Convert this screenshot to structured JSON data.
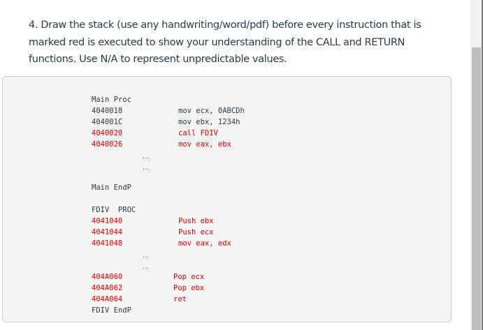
{
  "question": {
    "lines": [
      "4. Draw the stack (use any handwriting/word/pdf) before every instruction that is",
      "marked red is executed to show your understanding of the CALL and RETURN",
      "functions.   Use N/A to represent unpredictable values."
    ]
  },
  "code": {
    "main_proc_header": "Main Proc",
    "main_rows": [
      {
        "address": "4040018",
        "instruction": "mov ecx, 0ABCDh",
        "highlighted": false
      },
      {
        "address": "404001C",
        "instruction": "mov ebx, 1234h",
        "highlighted": false
      },
      {
        "address": "4040020",
        "instruction": "call FDIV",
        "highlighted": true
      },
      {
        "address": "4040026",
        "instruction": "mov eax, ebx",
        "highlighted": true
      }
    ],
    "ellipsis": "…",
    "main_endp": "Main EndP",
    "fdiv_proc_header": "FDIV  PROC",
    "fdiv_rows_top": [
      {
        "address": "4041040",
        "instruction": "Push ebx",
        "highlighted": true
      },
      {
        "address": "4041044",
        "instruction": "Push ecx",
        "highlighted": true
      },
      {
        "address": "4041048",
        "instruction": "mov eax, edx",
        "highlighted": true
      }
    ],
    "fdiv_rows_bottom": [
      {
        "address": "404A060",
        "instruction": "Pop ecx",
        "highlighted": true
      },
      {
        "address": "404A062",
        "instruction": "Pop ebx",
        "highlighted": true
      },
      {
        "address": "404A064",
        "instruction": "ret",
        "highlighted": true
      }
    ],
    "fdiv_endp": "FDIV EndP"
  },
  "colors": {
    "highlight_red": "#ee0000",
    "text": "#2d3b45",
    "code_background": "#f4f4f4",
    "code_border": "#c7cdd1"
  }
}
